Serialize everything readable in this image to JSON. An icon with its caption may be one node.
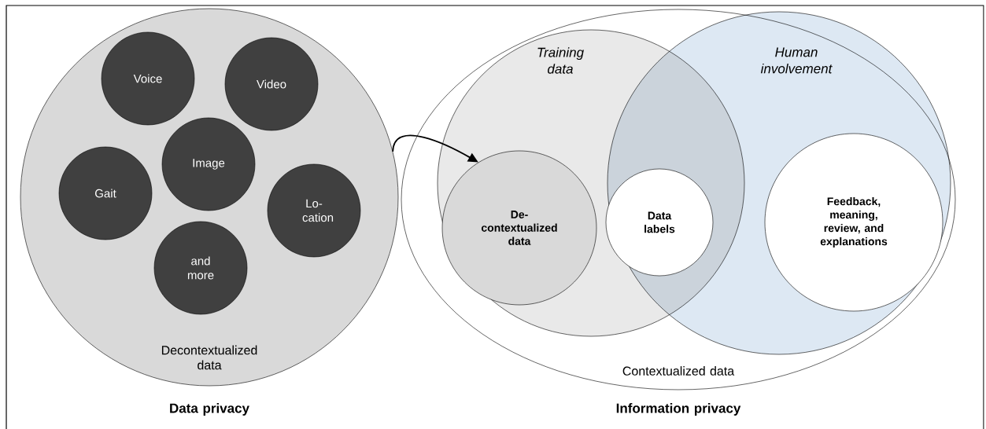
{
  "diagram": {
    "nodes": [
      {
        "text": [
          "Decontextualized data",
          "Data privacy"
        ]
      },
      {
        "text": [
          "Voice"
        ],
        "in": 0
      },
      {
        "text": [
          "Video"
        ],
        "in": 0
      },
      {
        "text": [
          "Image"
        ],
        "in": 0
      },
      {
        "text": [
          "Gait"
        ],
        "in": 0
      },
      {
        "text": [
          "Lo-cation"
        ],
        "in": 0
      },
      {
        "text": [
          "and more"
        ],
        "in": 0
      },
      {
        "text": [
          "Contextualized data",
          "Information privacy"
        ]
      },
      {
        "text": [
          "Training data"
        ],
        "in": 7
      },
      {
        "text": [
          "Human involvement"
        ],
        "in": 7
      },
      {
        "text": [
          "De-contextualized data"
        ],
        "in": 8
      },
      {
        "text": [
          "Data labels"
        ]
      },
      {
        "text": [
          "Feedback, meaning, review, and explanations"
        ],
        "in": 9
      }
    ],
    "edges": [
      {
        "from": 0,
        "to": 10,
        "arrow": "to"
      }
    ]
  }
}
